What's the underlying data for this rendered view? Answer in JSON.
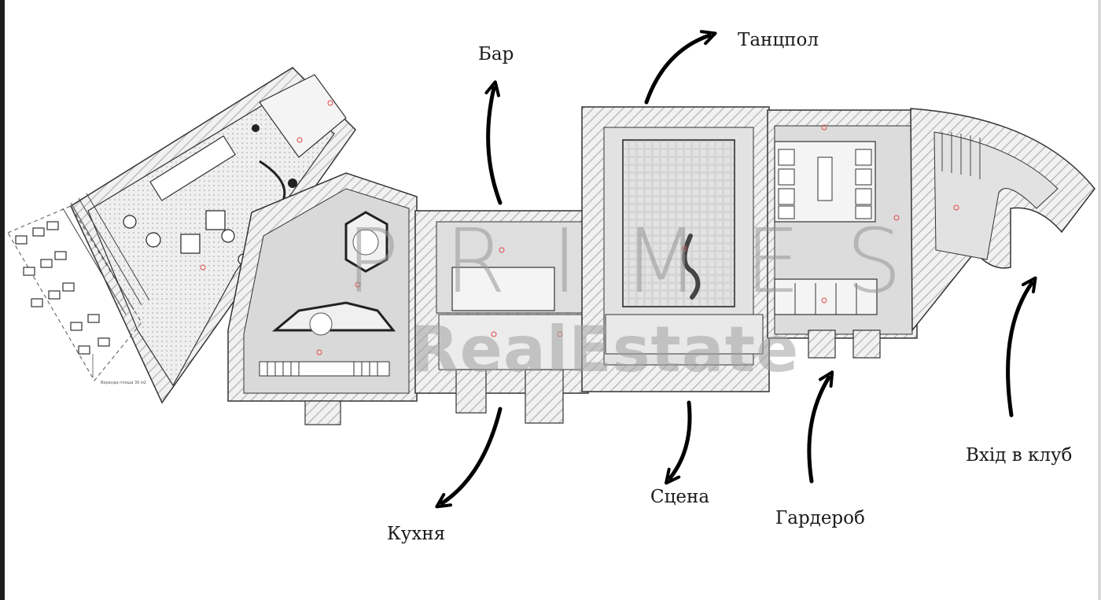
{
  "labels": {
    "bar": "Бар",
    "dance_floor": "Танцпол",
    "kitchen": "Кухня",
    "stage": "Сцена",
    "wardrobe": "Гардероб",
    "club_entrance": "Вхід в клуб"
  },
  "watermark": {
    "top": "PRIMES",
    "bottom": "RealEstate"
  },
  "colors": {
    "wall_hatch": "#cfcfcf",
    "floor_fill": "#d9d9d9",
    "line": "#2b2b2b",
    "arrow": "#000000",
    "marker": "#e24a4a"
  }
}
